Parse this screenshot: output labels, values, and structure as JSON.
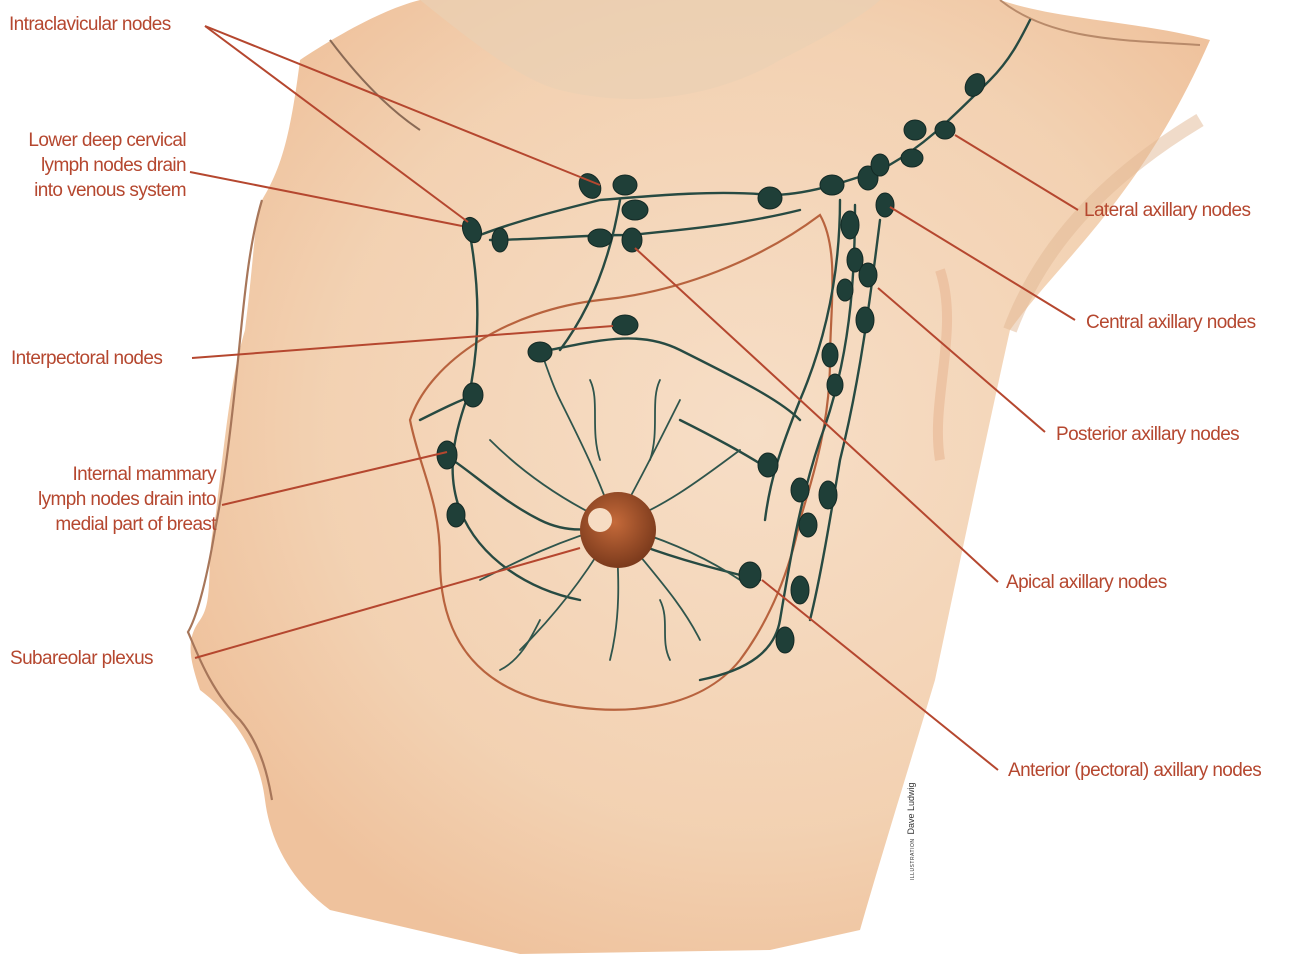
{
  "labels": {
    "intraclavicular": "Intraclavicular nodes",
    "lower_deep_cervical": [
      "Lower deep cervical",
      "lymph nodes drain",
      "into venous system"
    ],
    "interpectoral": "Interpectoral nodes",
    "internal_mammary": [
      "Internal mammary",
      "lymph nodes drain into",
      "medial part of breast"
    ],
    "subareolar": "Subareolar plexus",
    "lateral_axillary": "Lateral axillary nodes",
    "central_axillary": "Central axillary nodes",
    "posterior_axillary": "Posterior axillary nodes",
    "apical_axillary": "Apical axillary nodes",
    "anterior_axillary": "Anterior (pectoral) axillary nodes"
  },
  "credit": {
    "prefix": "ILLUSTRATION",
    "name": "Dave Ludwig"
  },
  "colors": {
    "label_text": "#b5472f",
    "leader_line": "#b5472f",
    "node": "#1f3f38",
    "vessel": "#274a42",
    "skin": "#f3cfb0",
    "outline": "#b8633e",
    "areola": "#a0522d"
  }
}
